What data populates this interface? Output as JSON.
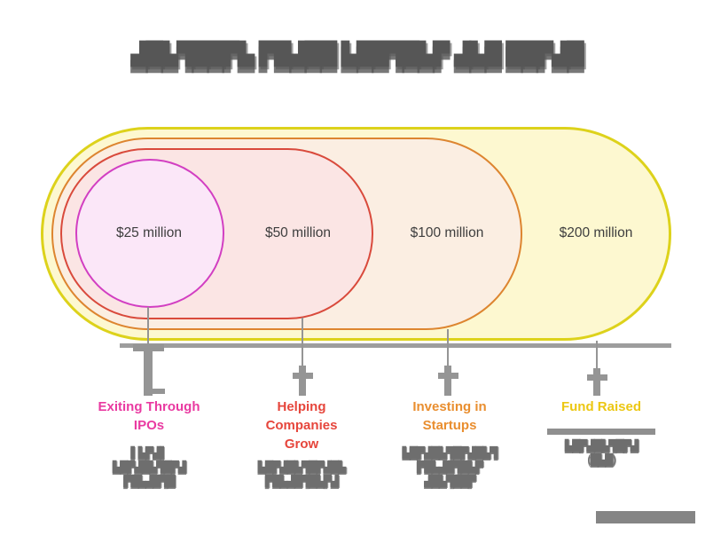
{
  "meta": {
    "background_color": "#ffffff",
    "note": "Nested stadium/onion diagram; title and small descriptions are rendered garbled (overlapping glyphs) and are illegible in the source image"
  },
  "title": {
    "garbled_text": "▟█▙▜██▛▙ ▛█▟██ ▙██▜█▙▛ ▟▙█ ██▛▟█"
  },
  "diagram": {
    "type": "nested-rings",
    "rings": [
      {
        "amount": "$25 million",
        "category": "Exiting Through IPOs",
        "border_color": "#d23fc2",
        "fill_color": "#fbe7f8"
      },
      {
        "amount": "$50 million",
        "category": "Helping Companies Grow",
        "border_color": "#d94a3c",
        "fill_color": "#fbe5e4"
      },
      {
        "amount": "$100 million",
        "category": "Investing in Startups",
        "border_color": "#dd8530",
        "fill_color": "#fbeee2"
      },
      {
        "amount": "$200 million",
        "category": "Fund Raised",
        "border_color": "#ddd21b",
        "fill_color": "#fdf8d0"
      }
    ]
  },
  "categories": [
    {
      "name": "exiting-through-ipos",
      "color": "#e93aa1",
      "label_lines": [
        "Exiting Through",
        "IPOs"
      ],
      "desc_garbled": [
        "▌▙▛▟▌",
        "▙█▛▟█▙▜█▛▟",
        "▛█▙▟█▜█"
      ]
    },
    {
      "name": "helping-companies-grow",
      "color": "#e6463c",
      "label_lines": [
        "Helping",
        "Companies",
        "Grow"
      ],
      "desc_garbled": [
        "▙█▛▟█▙▜█▛▟█▙",
        "▛█▙▟█▜█▙▛▟"
      ]
    },
    {
      "name": "investing-in-startups",
      "color": "#e98e2f",
      "label_lines": [
        "Investing in",
        "Startups"
      ],
      "desc_garbled": [
        "▙█▛▟█▙▜█▛▟█▙▜",
        "▛█▙▟█▜█▙▛",
        "▟█▙▜██▛"
      ]
    },
    {
      "name": "fund-raised",
      "color": "#ecc713",
      "label_lines": [
        "Fund Raised"
      ],
      "desc_garbled": [
        "▙█▛▟█▙▜█▛▟",
        "(█▙█)"
      ]
    }
  ]
}
